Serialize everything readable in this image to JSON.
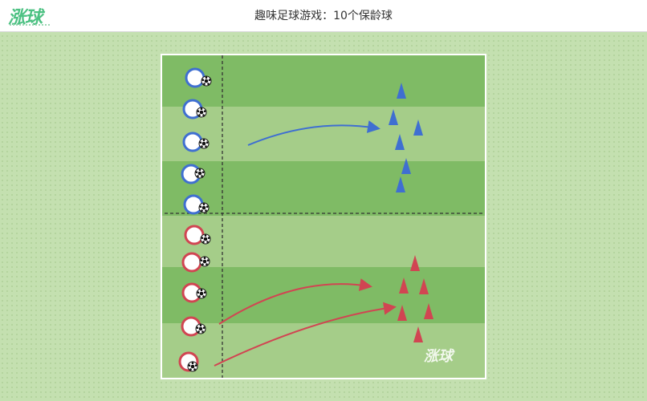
{
  "header": {
    "logo_text": "涨球",
    "title": "趣味足球游戏：10个保龄球"
  },
  "watermark_text": "涨球",
  "colors": {
    "pitch_light": "#a5cd89",
    "pitch_dark": "#7fbb65",
    "blue_team": "#3f6fd1",
    "red_team": "#d14552",
    "line": "#333333"
  },
  "icons": [
    "soccer-ball-icon",
    "cone-icon",
    "player-icon"
  ],
  "drill": {
    "teams": [
      {
        "name": "blue",
        "players": 5,
        "cones": 6,
        "arrows": 1
      },
      {
        "name": "red",
        "players": 5,
        "cones": 6,
        "arrows": 2
      }
    ]
  }
}
